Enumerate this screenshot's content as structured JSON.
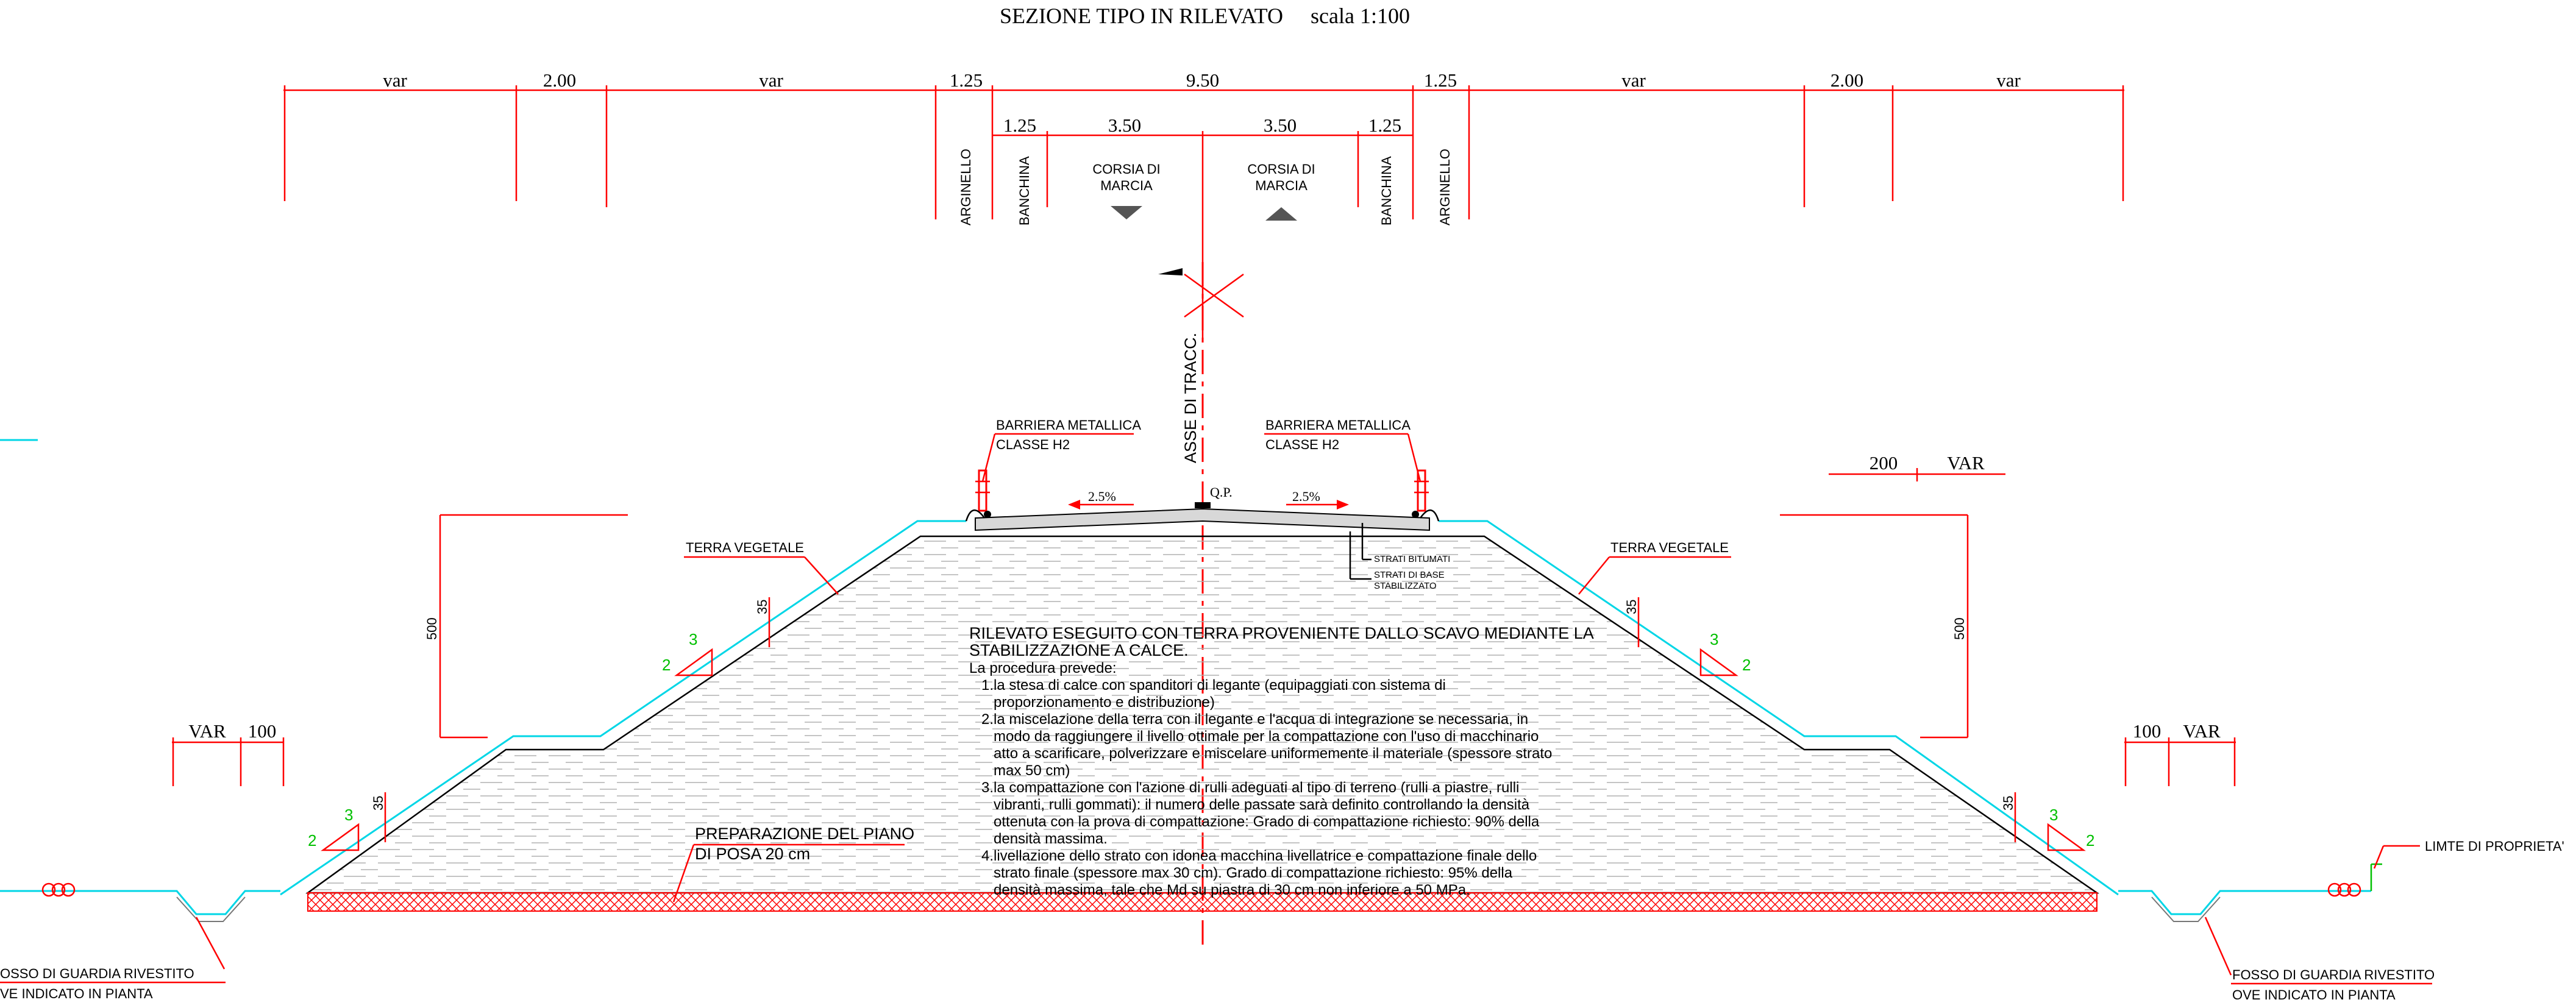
{
  "title": {
    "main": "SEZIONE TIPO IN RILEVATO",
    "scale": "scala 1:100"
  },
  "top_dimensions": [
    "var",
    "2.00",
    "var",
    "1.25",
    "9.50",
    "1.25",
    "var",
    "2.00",
    "var"
  ],
  "second_dimensions": [
    "1.25",
    "3.50",
    "3.50",
    "1.25"
  ],
  "zone_labels": {
    "arginello": "ARGINELLO",
    "banchina": "BANCHINA",
    "corsia_line1": "CORSIA DI",
    "corsia_line2": "MARCIA"
  },
  "axis_label": "ASSE DI TRACC.",
  "barriera": {
    "line1": "BARRIERA METALLICA",
    "line2": "CLASSE H2"
  },
  "qp": "Q.P.",
  "crossfall": "2.5%",
  "strati": {
    "bitumati": "STRATI BITUMATI",
    "base_line1": "STRATI DI BASE",
    "base_line2": "STABILIZZATO"
  },
  "terra_vegetale": "TERRA VEGETALE",
  "side_dims": {
    "right_top": [
      "200",
      "VAR"
    ],
    "left_bottom": [
      "VAR",
      "100"
    ],
    "right_bottom": [
      "100",
      "VAR"
    ],
    "height": "500",
    "thickness": "35"
  },
  "slopes": {
    "rise": "3",
    "run": "2"
  },
  "preparazione": {
    "line1": "PREPARAZIONE DEL PIANO",
    "line2": "DI POSA 20 cm"
  },
  "fosso": {
    "left_line1": "OSSO DI GUARDIA RIVESTITO",
    "left_line2": "VE INDICATO IN PIANTA",
    "right_line1": "FOSSO DI GUARDIA RIVESTITO",
    "right_line2": "OVE INDICATO IN PIANTA"
  },
  "limite": "LIMTE DI PROPRIETA'",
  "notes": {
    "heading1": "RILEVATO ESEGUITO CON TERRA PROVENIENTE DALLO SCAVO MEDIANTE LA",
    "heading2": "STABILIZZAZIONE A CALCE.",
    "intro": "La procedura prevede:",
    "lines": [
      "1.la stesa di calce con spanditori di legante (equipaggiati con sistema di",
      "   proporzionamento e distribuzione)",
      "2.la miscelazione della terra con il legante e l'acqua di integrazione se necessaria, in",
      "   modo da raggiungere il livello ottimale per la compattazione con l'uso di macchinario",
      "   atto a scarificare, polverizzare e miscelare uniformemente il materiale (spessore strato",
      "   max 50 cm)",
      "3.la compattazione con l'azione di rulli adeguati al tipo di terreno (rulli a piastre, rulli",
      "   vibranti, rulli gommati): il numero delle passate sarà definito controllando la densità",
      "   ottenuta con la prova di compattazione: Grado di compattazione richiesto: 90% della",
      "   densità massima.",
      "4.livellazione dello strato con idonea macchina livellatrice e compattazione finale dello",
      "   strato finale (spessore max 30 cm). Grado di compattazione richiesto: 95% della",
      "   densità massima, tale che Md su piastra di 30 cm non inferiore a 50 MPa."
    ]
  },
  "colors": {
    "dimension": "#ff0000",
    "outline": "#000000",
    "vegetal": "#00d6e6",
    "slope_text": "#00c000",
    "hatch": "#777777"
  }
}
